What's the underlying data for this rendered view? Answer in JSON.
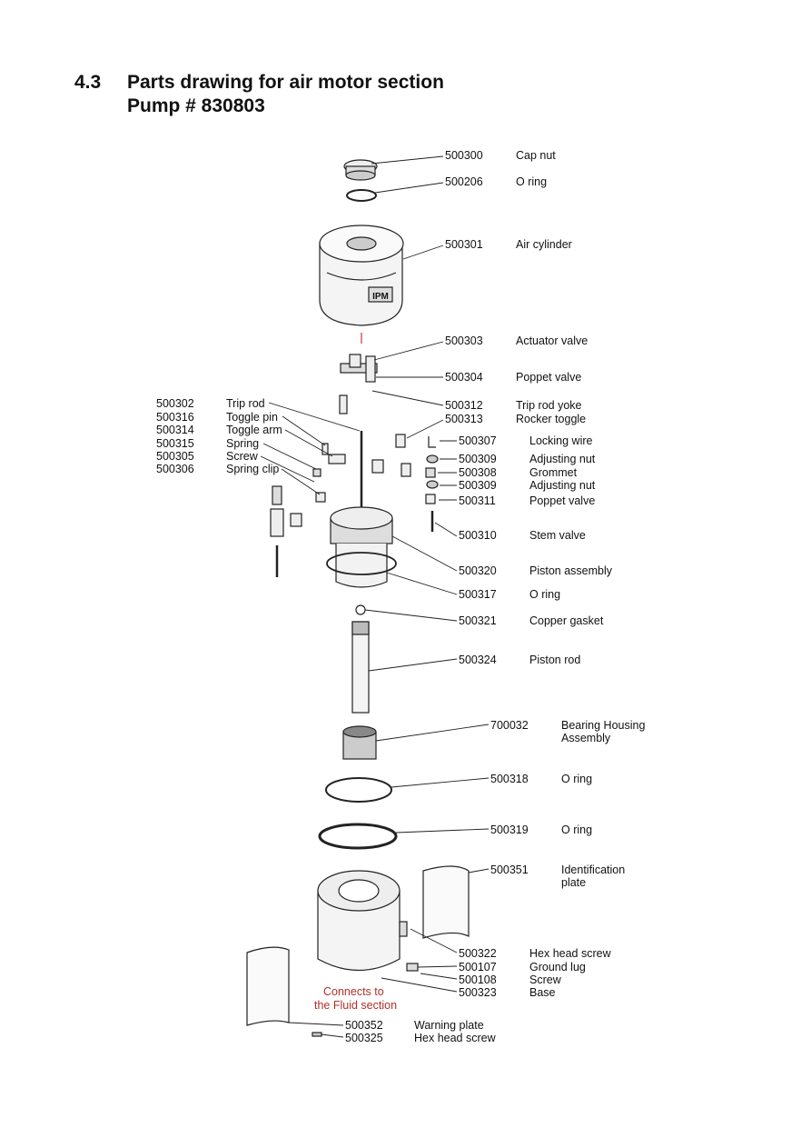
{
  "heading": {
    "number": "4.3",
    "line1": "Parts drawing for air motor section",
    "line2": "Pump # 830803"
  },
  "callouts": [
    {
      "code": "500300",
      "name": "Cap nut"
    },
    {
      "code": "500206",
      "name": "O ring"
    },
    {
      "code": "500301",
      "name": "Air cylinder"
    },
    {
      "code": "500303",
      "name": "Actuator valve"
    },
    {
      "code": "500304",
      "name": "Poppet valve"
    },
    {
      "code": "500312",
      "name": "Trip rod yoke"
    },
    {
      "code": "500313",
      "name": "Rocker toggle"
    },
    {
      "code": "500302",
      "name": "Trip rod"
    },
    {
      "code": "500316",
      "name": "Toggle pin"
    },
    {
      "code": "500314",
      "name": "Toggle arm"
    },
    {
      "code": "500315",
      "name": "Spring"
    },
    {
      "code": "500305",
      "name": "Screw"
    },
    {
      "code": "500306",
      "name": "Spring clip"
    },
    {
      "code": "500307",
      "name": "Locking wire"
    },
    {
      "code": "500309",
      "name": "Adjusting nut"
    },
    {
      "code": "500308",
      "name": "Grommet"
    },
    {
      "code": "500309",
      "name": "Adjusting nut"
    },
    {
      "code": "500311",
      "name": "Poppet valve"
    },
    {
      "code": "500310",
      "name": "Stem valve"
    },
    {
      "code": "500320",
      "name": "Piston assembly"
    },
    {
      "code": "500317",
      "name": "O ring"
    },
    {
      "code": "500321",
      "name": "Copper gasket"
    },
    {
      "code": "500324",
      "name": "Piston rod"
    },
    {
      "code": "700032",
      "name": "Bearing Housing",
      "name2": "Assembly"
    },
    {
      "code": "500318",
      "name": "O ring"
    },
    {
      "code": "500319",
      "name": "O ring"
    },
    {
      "code": "500351",
      "name": "Identification",
      "name2": "plate"
    },
    {
      "code": "500322",
      "name": "Hex head screw"
    },
    {
      "code": "500107",
      "name": "Ground lug"
    },
    {
      "code": "500108",
      "name": "Screw"
    },
    {
      "code": "500323",
      "name": "Base"
    },
    {
      "code": "500352",
      "name": "Warning plate"
    },
    {
      "code": "500325",
      "name": "Hex head screw"
    }
  ],
  "note": {
    "line1": "Connects to",
    "line2": "the Fluid section"
  },
  "cylinder_logo": "IPM",
  "colors": {
    "text": "#111111",
    "line": "#222222",
    "note": "#b0302a"
  }
}
